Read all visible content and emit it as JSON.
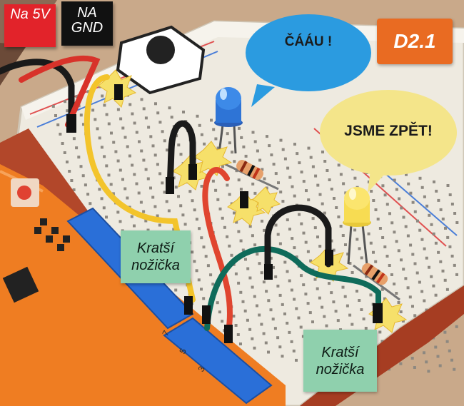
{
  "labels": {
    "power_5v": "Na 5V",
    "ground": "NA GND"
  },
  "badge": "D2.1",
  "speech": {
    "blue_led": "ČÁÁU !",
    "yellow_led": "JSME ZPĚT!"
  },
  "notes": {
    "blue_led_leg": "Kratší nožička",
    "yellow_led_leg": "Kratší nožička"
  },
  "pin_numbers": [
    "7",
    "5",
    "3"
  ],
  "colors": {
    "power_label": "#e2232a",
    "ground_label": "#111111",
    "badge": "#e96b22",
    "bubble_blue": "#2b9be0",
    "bubble_yellow": "#f4e58a",
    "note": "#8fd0ad",
    "board": "#ef7d22",
    "breadboard": "#eeeae0"
  }
}
